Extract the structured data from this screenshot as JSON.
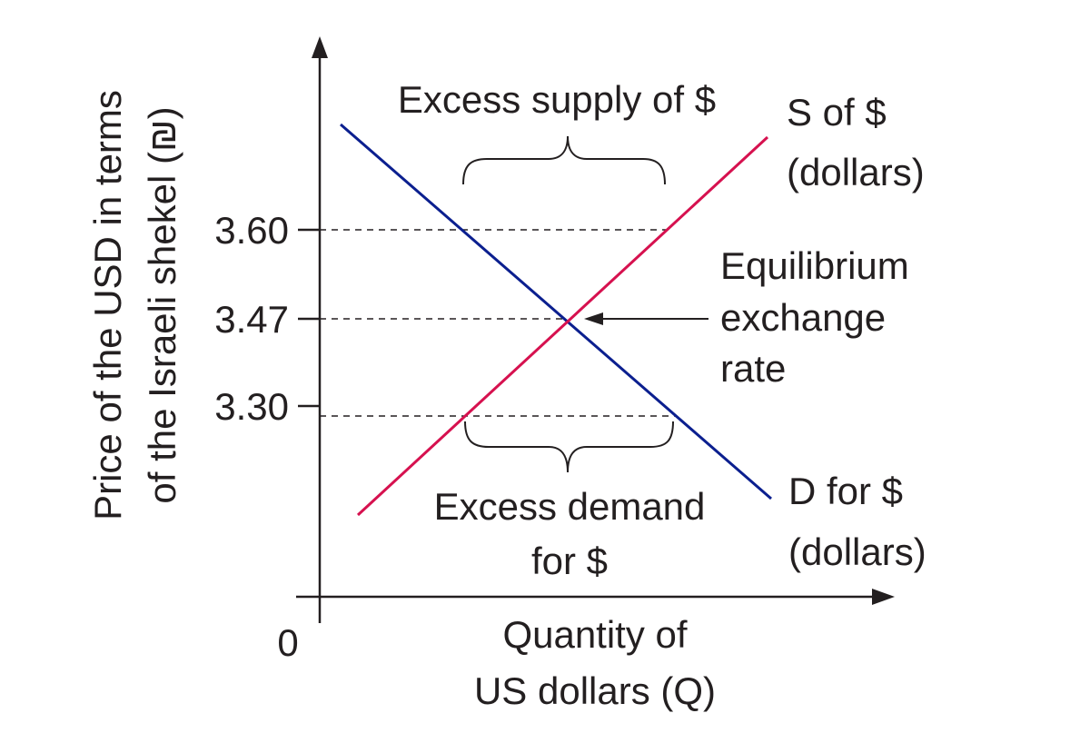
{
  "diagram": {
    "y_axis_title_line1": "Price of the USD in terms",
    "y_axis_title_line2": "of the Israeli shekel (₪)",
    "x_axis_title_line1": "Quantity of",
    "x_axis_title_line2": "US dollars (Q)",
    "origin_label": "0",
    "y_ticks": [
      "3.60",
      "3.47",
      "3.30"
    ],
    "supply_label_line1": "S of $",
    "supply_label_line2": "(dollars)",
    "demand_label_line1": "D for $",
    "demand_label_line2": "(dollars)",
    "excess_supply_label": "Excess supply of $",
    "excess_demand_line1": "Excess demand",
    "excess_demand_line2": "for $",
    "equilibrium_line1": "Equilibrium",
    "equilibrium_line2": "exchange",
    "equilibrium_line3": "rate"
  },
  "colors": {
    "axis": "#231f20",
    "supply_curve": "#d6114f",
    "demand_curve": "#0b1f8f",
    "guide_lines": "#231f20"
  },
  "icons": [
    "y-axis-arrow-icon",
    "x-axis-arrow-icon",
    "equilibrium-arrow-icon",
    "brace-icon"
  ]
}
